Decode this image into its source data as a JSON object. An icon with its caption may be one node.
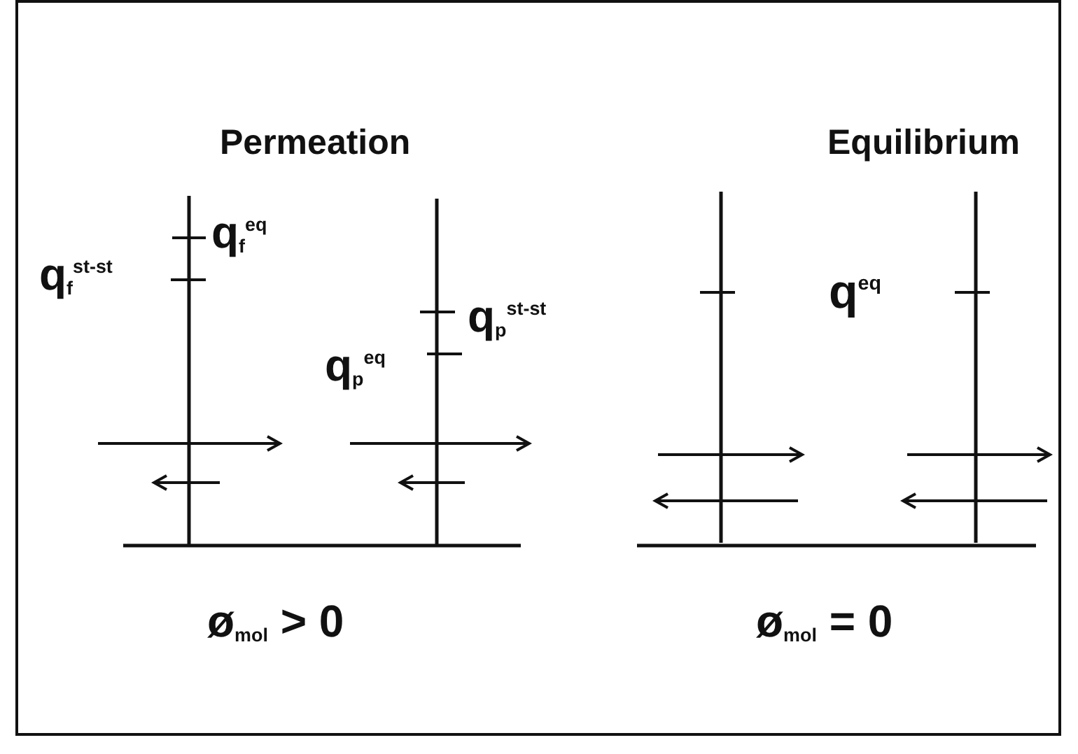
{
  "diagram": {
    "labels": [
      "Permeation",
      "Equilibrium",
      "q$_{f}$$^{eq}$",
      "q$_{f}$$^{st-st}$",
      "q$_{p}$$^{st-st}$",
      "q$_{p}$$^{eq}$",
      "q$^{eq}$",
      "ø$_{mol}$ > 0",
      "ø$_{mol}$ = 0"
    ]
  }
}
